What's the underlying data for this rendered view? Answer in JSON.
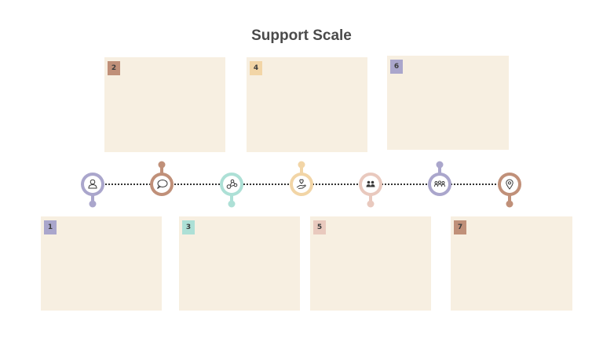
{
  "title": "Support Scale",
  "colors": {
    "card_fill": "#f7efe1",
    "lavender": "#aaa6cc",
    "brown": "#c09079",
    "mint": "#ade0d6",
    "peach": "#f2d5a6",
    "blush": "#e9c9be",
    "icon_stroke": "#3a3a3a"
  },
  "steps": [
    {
      "number": "1",
      "color": "#aaa6cc",
      "icon": "user-icon",
      "position": "below"
    },
    {
      "number": "2",
      "color": "#c09079",
      "icon": "speech-bubble-icon",
      "position": "above"
    },
    {
      "number": "3",
      "color": "#ade0d6",
      "icon": "network-icon",
      "position": "below"
    },
    {
      "number": "4",
      "color": "#f2d5a6",
      "icon": "heart-hand-icon",
      "position": "above"
    },
    {
      "number": "5",
      "color": "#e9c9be",
      "icon": "two-people-icon",
      "position": "below"
    },
    {
      "number": "6",
      "color": "#aaa6cc",
      "icon": "group-icon",
      "position": "above"
    },
    {
      "number": "7",
      "color": "#c09079",
      "icon": "location-pin-icon",
      "position": "below"
    }
  ]
}
